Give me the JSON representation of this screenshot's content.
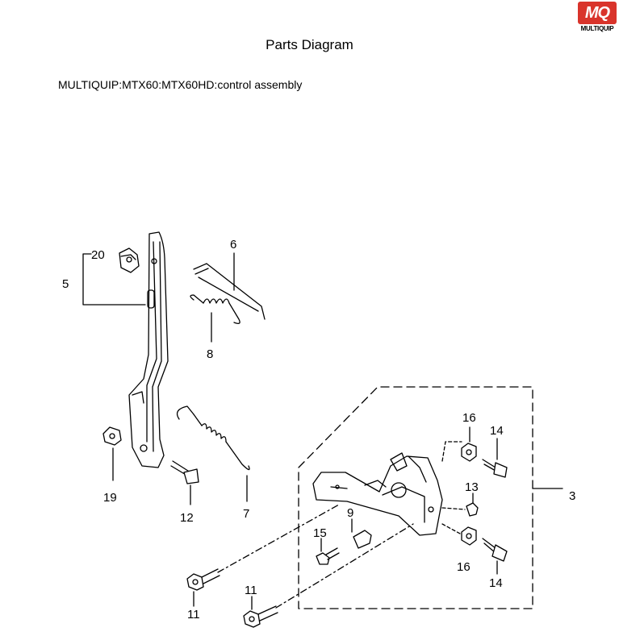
{
  "logo": {
    "mark": "MQ",
    "name": "MULTIQUIP"
  },
  "header": {
    "title": "Parts Diagram",
    "subtitle": "MULTIQUIP:MTX60:MTX60HD:control assembly"
  },
  "diagram": {
    "callouts": [
      "20",
      "5",
      "6",
      "8",
      "19",
      "12",
      "7",
      "16",
      "14",
      "3",
      "13",
      "9",
      "15",
      "16",
      "14",
      "11",
      "11"
    ]
  }
}
